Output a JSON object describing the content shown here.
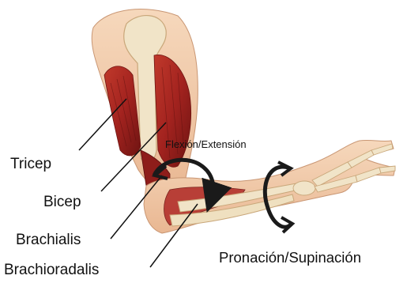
{
  "labels": {
    "tricep": "Tricep",
    "bicep": "Bicep",
    "brachialis": "Brachialis",
    "brachioradalis": "Brachioradalis",
    "flexion_extension": "Flexión/Extensión",
    "pronacion_supinacion": "Pronación/Supinación"
  },
  "colors": {
    "muscle": "#a3231f",
    "muscle_dark": "#6e1412",
    "bone": "#f1e4c8",
    "bone_outline": "#c9a77a",
    "skin": "#f3c9a8",
    "arrow": "#1a1a1a",
    "text": "#111111"
  }
}
